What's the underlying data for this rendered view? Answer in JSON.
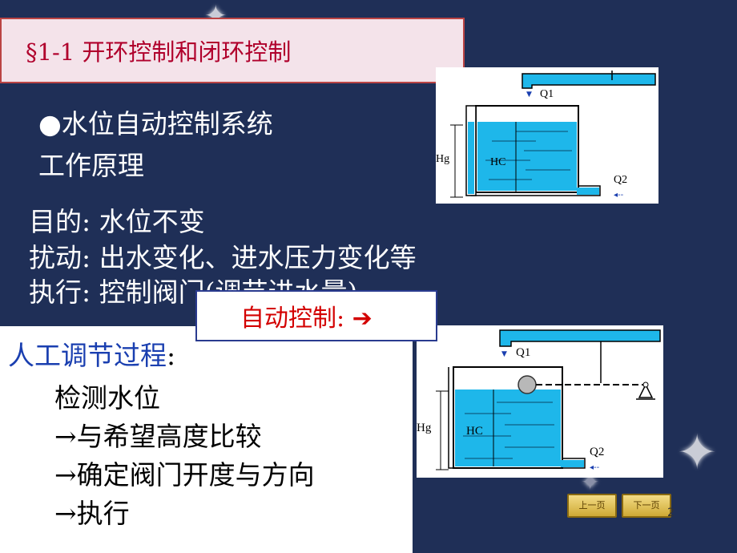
{
  "title": "§1-1   开环控制和闭环控制",
  "intro": {
    "bullet": "●水位自动控制系统",
    "line2": "工作原理"
  },
  "details": [
    "目的: 水位不变",
    "扰动: 出水变化、进水压力变化等",
    "执行: 控制阀门(调节进水量)"
  ],
  "auto_box": {
    "label": "自动控制: ➔"
  },
  "manual": {
    "title": "人工调节过程",
    "colon": ":",
    "steps": [
      "检测水位",
      "→与希望高度比较",
      "→确定阀门开度与方向",
      "→执行"
    ]
  },
  "diagram_top": {
    "q1": "Q1",
    "q2": "Q2",
    "hg": "Hg",
    "hc": "HC"
  },
  "diagram_bottom": {
    "q1": "Q1",
    "q2": "Q2",
    "hg": "Hg",
    "hc": "HC"
  },
  "nav": {
    "prev": "上一页",
    "next": "下一页"
  },
  "page_number": "2",
  "colors": {
    "background": "#1f2f57",
    "water": "#1eb7ea",
    "title_red": "#b0002c",
    "manual_blue": "#1a3fb0"
  }
}
